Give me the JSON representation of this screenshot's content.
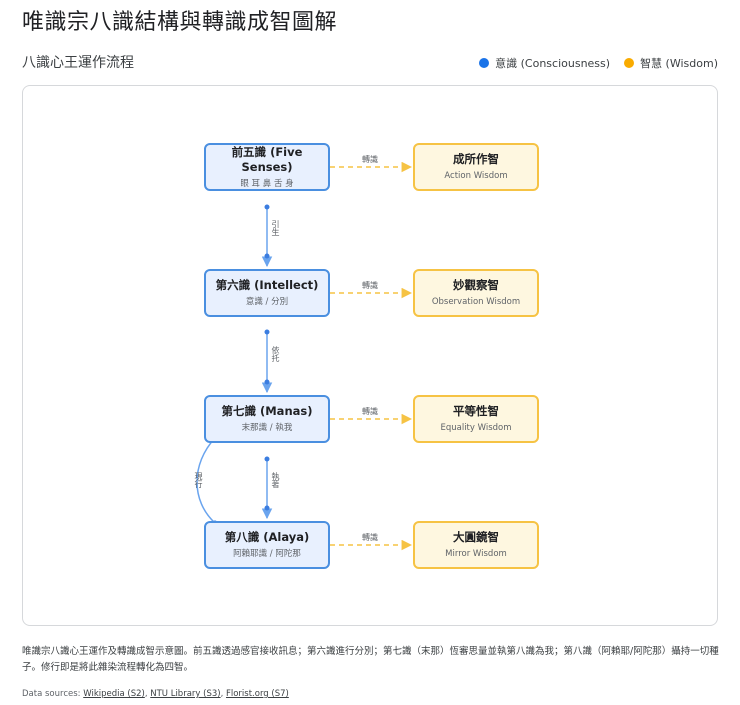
{
  "title": "唯識宗八識結構與轉識成智圖解",
  "subtitle": "八識心王運作流程",
  "legend": [
    {
      "label": "意識 (Consciousness)",
      "color": "#1a73e8"
    },
    {
      "label": "智慧 (Wisdom)",
      "color": "#f9ab00"
    }
  ],
  "consciousness": [
    {
      "title": "前五識 (Five Senses)",
      "sub": "眼 耳 鼻 舌 身"
    },
    {
      "title": "第六識 (Intellect)",
      "sub": "意識 / 分別"
    },
    {
      "title": "第七識 (Manas)",
      "sub": "末那識 / 執我"
    },
    {
      "title": "第八識 (Alaya)",
      "sub": "阿賴耶識 / 阿陀那"
    }
  ],
  "wisdom": [
    {
      "title": "成所作智",
      "sub": "Action Wisdom"
    },
    {
      "title": "妙觀察智",
      "sub": "Observation Wisdom"
    },
    {
      "title": "平等性智",
      "sub": "Equality Wisdom"
    },
    {
      "title": "大圓鏡智",
      "sub": "Mirror Wisdom"
    }
  ],
  "edges": {
    "transform": "轉識",
    "down1": "引生",
    "down2": "依托",
    "down3": "執著",
    "loop": "現行"
  },
  "caption": "唯識宗八識心王運作及轉識成智示意圖。前五識透過感官接收訊息；第六識進行分別；第七識（末那）恆審思量並執第八識為我；第八識（阿賴耶/阿陀那）攝持一切種子。修行即是將此雜染流程轉化為四智。",
  "sources": {
    "prefix": "Data sources:",
    "links": [
      "Wikipedia (S2)",
      "NTU Library (S3)",
      "Florist.org (S7)"
    ]
  }
}
